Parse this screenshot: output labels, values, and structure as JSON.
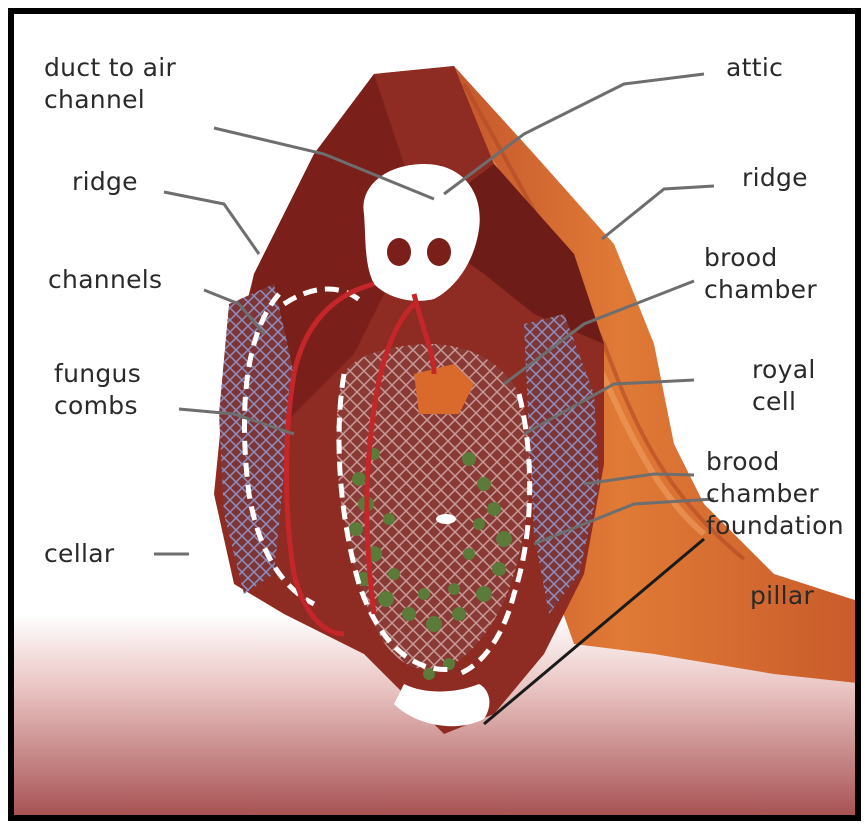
{
  "labels": {
    "duct_to_air_channel": "duct to air\nchannel",
    "attic": "attic",
    "ridge_left": "ridge",
    "ridge_right": "ridge",
    "channels": "channels",
    "brood_chamber": "brood\nchamber",
    "fungus_combs": "fungus\ncombs",
    "royal_cell": "royal\ncell",
    "brood_chamber_foundation": "brood\nchamber\nfoundation",
    "cellar": "cellar",
    "pillar": "pillar"
  },
  "colors": {
    "mound_dark": "#7a1f1a",
    "mound_mid": "#8e2b22",
    "mound_outer": "#d4692e",
    "ground_top": "#ffffff",
    "ground_bottom": "#a2484a",
    "fungus_green": "#5c7a3a",
    "channel_blue": "#6b6aa0",
    "tunnel_white": "#ffffff",
    "leader_line": "#6e6e6e"
  }
}
